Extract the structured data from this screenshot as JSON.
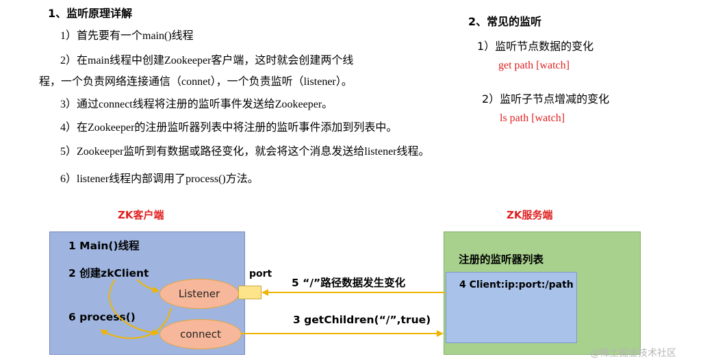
{
  "section1": {
    "title": "1、监听原理详解",
    "p1": "1）首先要有一个main()线程",
    "p2a": "2）在main线程中创建Zookeeper客户端，这时就会创建两个线",
    "p2b": "程，一个负责网络连接通信（connet），一个负责监听（listener）。",
    "p3": "3）通过connect线程将注册的监听事件发送给Zookeeper。",
    "p4": "4）在Zookeeper的注册监听器列表中将注册的监听事件添加到列表中。",
    "p5": "5）Zookeeper监听到有数据或路径变化，就会将这个消息发送给listener线程。",
    "p6": "6）listener线程内部调用了process()方法。"
  },
  "section2": {
    "title": "2、常见的监听",
    "item1": "1）监听节点数据的变化",
    "cmd1": "get path [watch]",
    "item2": "2）监听子节点增减的变化",
    "cmd2": "ls path [watch]"
  },
  "diagram": {
    "client_label": "ZK客户端",
    "server_label": "ZK服务端",
    "client_line1": "1 Main()线程",
    "client_line2": "2 创建zkClient",
    "client_line3": "6 process()",
    "listener": "Listener",
    "connect": "connect",
    "port": "port",
    "arrow_top": "5 “/”路径数据发生变化",
    "arrow_bottom": "3 getChildren(“/”,true)",
    "server_title": "注册的监听器列表",
    "server_entry": "4 Client:ip:port:/path",
    "colors": {
      "client_fill": "#9fb5e0",
      "server_fill": "#a8d18d",
      "ellipse_fill": "#f7b79a",
      "arrow": "#f0b400",
      "red": "#e02020"
    }
  },
  "watermark": "@稀土掘金技术社区"
}
